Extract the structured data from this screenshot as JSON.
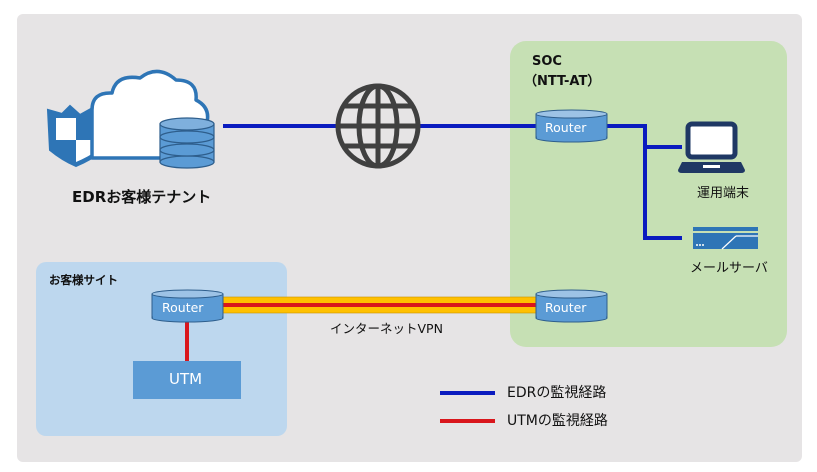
{
  "diagram": {
    "edr_tenant": {
      "label": "EDRお客様テナント",
      "icons": [
        "shield-icon",
        "cloud-icon",
        "database-icon"
      ]
    },
    "internet": {
      "icon": "globe-icon"
    },
    "soc": {
      "title_line1": "SOC",
      "title_line2": "（NTT-AT）",
      "router_top_label": "Router",
      "router_bottom_label": "Router",
      "terminal_label": "運用端末",
      "mail_server_label": "メールサーバ"
    },
    "customer_site": {
      "title": "お客様サイト",
      "router_label": "Router",
      "utm_label": "UTM"
    },
    "vpn_label": "インターネットVPN",
    "legend": [
      {
        "label": "EDRの監視経路",
        "color": "#0a1bbf"
      },
      {
        "label": "UTMの監視経路",
        "color": "#d9161c"
      }
    ],
    "colors": {
      "background_panel": "#e6e4e5",
      "soc_area": "#c6e0b4",
      "customer_area": "#bdd7ee",
      "device_blue": "#5b9bd5",
      "edr_path": "#0a1bbf",
      "utm_path": "#d9161c",
      "vpn_tube": "#ffc000",
      "icon_dark": "#404040",
      "navy": "#1f3864"
    }
  }
}
